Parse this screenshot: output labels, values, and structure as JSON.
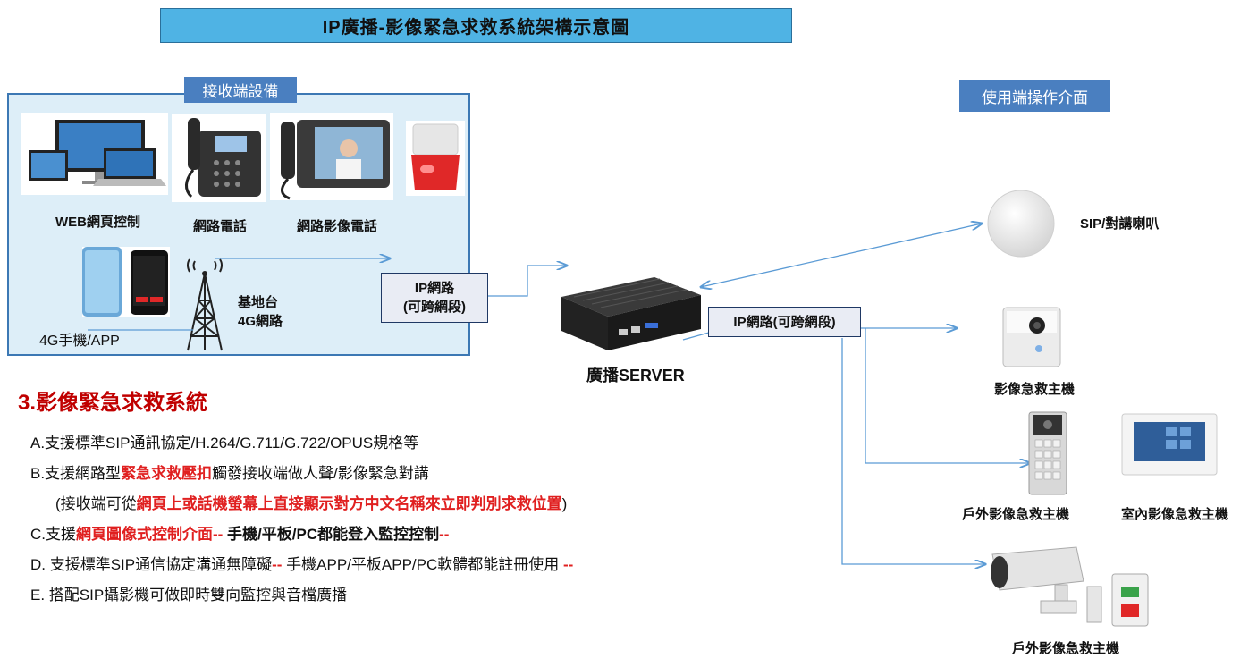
{
  "title": "IP廣播-影像緊急求救系統架構示意圖",
  "receiver_panel": {
    "tag": "接收端設備",
    "devices": {
      "web": "WEB網頁控制",
      "ip_phone": "網路電話",
      "video_phone": "網路影像電話",
      "mobile": "4G手機/APP",
      "tower_line1": "基地台",
      "tower_line2": "4G網路"
    }
  },
  "user_tag": "使用端操作介面",
  "network_left": {
    "line1": "IP網路",
    "line2": "(可跨網段)"
  },
  "network_right": "IP網路(可跨網段)",
  "server_label": "廣播SERVER",
  "endpoints": {
    "speaker": "SIP/對講喇叭",
    "video_unit": "影像急救主機",
    "outdoor_unit": "戶外影像急救主機",
    "indoor_unit": "室內影像急救主機",
    "camera_unit": "戶外影像急救主機"
  },
  "features": {
    "heading": "3.影像緊急求救系統",
    "a": "A.支援標準SIP通訊協定/H.264/G.711/G.722/OPUS規格等",
    "b_pre": "B.支援網路型",
    "b_red": "緊急求救壓扣",
    "b_post": "觸發接收端做人聲/影像緊急對講",
    "b2_pre": "(接收端可從",
    "b2_red": "網頁上或話機螢幕上直接顯示對方中文名稱來立即判別求救位置",
    "b2_post": ")",
    "c_pre": "C.支援",
    "c_red": "網頁圖像式控制介面--",
    "c_bold": " 手機/平板/PC都能登入監控控制",
    "c_red2": "--",
    "d_pre": "D. 支援標準SIP通信協定溝通無障礙",
    "d_red": "--",
    "d_mid": " 手機APP/平板APP/PC軟體都能註冊使用 ",
    "d_red2": "--",
    "e": "E. 搭配SIP攝影機可做即時雙向監控與音檔廣播"
  },
  "colors": {
    "title_bg": "#4fb3e4",
    "tag_bg": "#4a7fc0",
    "panel_bg": "#ddeef8",
    "accent_red": "#c00000",
    "connector": "#5b9bd5"
  }
}
